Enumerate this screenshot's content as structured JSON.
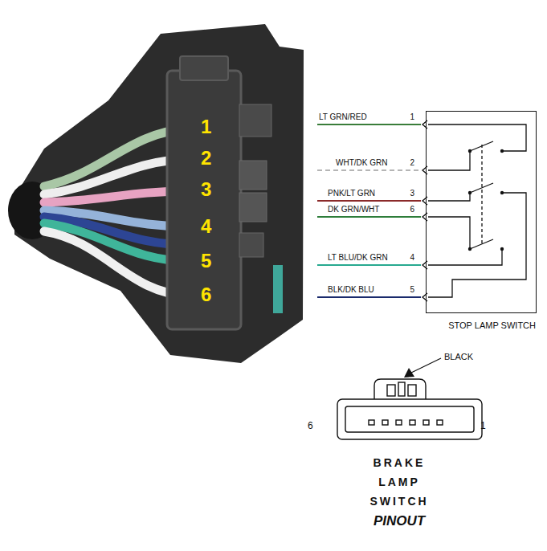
{
  "diagram": {
    "nodes": [
      {
        "text": [
          "STOP LAMP SWITCH"
        ]
      }
    ],
    "labels": [
      "1",
      "2",
      "3",
      "4",
      "5",
      "6",
      "LT GRN/RED",
      "1",
      "WHT/DK GRN",
      "2",
      "PNK/LT GRN",
      "3",
      "DK GRN/WHT",
      "6",
      "LT BLU/DK GRN",
      "4",
      "BLK/DK BLU",
      "5",
      "BLACK",
      "6",
      "1",
      "BRAKE",
      "LAMP",
      "SWITCH",
      "PINOUT"
    ]
  }
}
